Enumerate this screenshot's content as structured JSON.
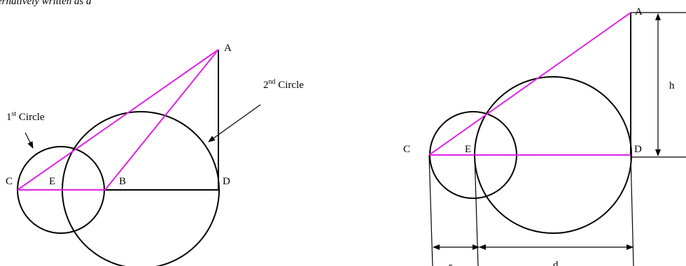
{
  "caption_fragment": "ernatively written as a",
  "colors": {
    "magenta": "#e021e6",
    "black": "#000000"
  },
  "left": {
    "point_a": "A",
    "point_b": "B",
    "point_c": "C",
    "point_d": "D",
    "point_e": "E",
    "circle1_num": "1",
    "circle1_sup": "st",
    "circle1_word": " Circle",
    "circle2_num": "2",
    "circle2_sup": "nd",
    "circle2_word": " Circle"
  },
  "right": {
    "point_a": "A",
    "point_c": "C",
    "point_d": "D",
    "point_e": "E",
    "dim_h": "h",
    "dim_r": "r",
    "dim_d": "d"
  }
}
